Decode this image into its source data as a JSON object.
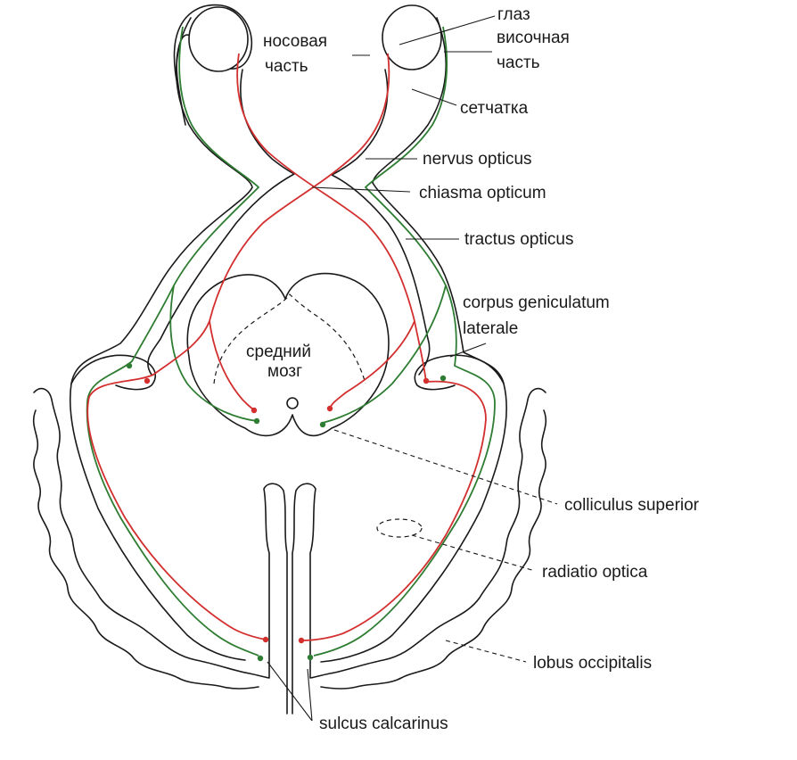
{
  "colors": {
    "nasal_pathway": "#d32f2f",
    "temporal_pathway": "#2e7d32",
    "outline": "#1a1a1a",
    "background": "#ffffff"
  },
  "labels": {
    "eye": "глаз",
    "temporal_part_1": "височная",
    "temporal_part_2": "часть",
    "nasal_part_1": "носовая",
    "nasal_part_2": "часть",
    "retina": "сетчатка",
    "nervus_opticus": "nervus opticus",
    "chiasma_opticum": "chiasma opticum",
    "tractus_opticus": "tractus opticus",
    "corpus_geniculatum_1": "corpus geniculatum",
    "corpus_geniculatum_2": "laterale",
    "midbrain_1": "средний",
    "midbrain_2": "мозг",
    "colliculus_superior": "colliculus superior",
    "radiatio_optica": "radiatio optica",
    "lobus_occipitalis": "lobus occipitalis",
    "sulcus_calcarinus": "sulcus calcarinus"
  }
}
